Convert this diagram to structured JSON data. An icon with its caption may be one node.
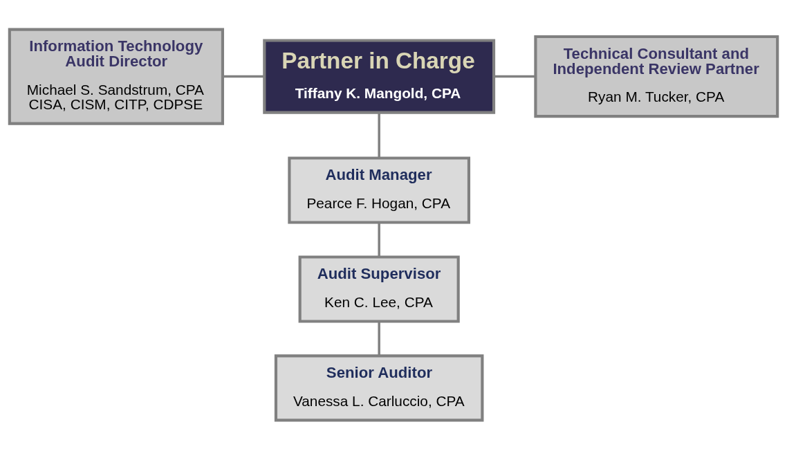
{
  "diagram": {
    "nodes": [
      {
        "text": [
          "Information Technology Audit Director",
          "Michael S. Sandstrum, CPA CISA, CISM, CITP, CDPSE"
        ]
      },
      {
        "text": [
          "Partner in Charge",
          "Tiffany K. Mangold, CPA"
        ]
      },
      {
        "text": [
          "Technical Consultant and Independent Review Partner",
          "Ryan M. Tucker, CPA"
        ]
      },
      {
        "text": [
          "Audit Manager",
          "Pearce F. Hogan, CPA"
        ]
      },
      {
        "text": [
          "Audit Supervisor",
          "Ken C. Lee, CPA"
        ]
      },
      {
        "text": [
          "Senior Auditor",
          "Vanessa L. Carluccio, CPA"
        ]
      }
    ],
    "edges": [
      {
        "from": 0,
        "to": 1,
        "arrow": "none"
      },
      {
        "from": 1,
        "to": 2,
        "arrow": "none"
      },
      {
        "from": 1,
        "to": 3,
        "arrow": "none"
      },
      {
        "from": 3,
        "to": 4,
        "arrow": "none"
      },
      {
        "from": 4,
        "to": 5,
        "arrow": "none"
      }
    ]
  }
}
